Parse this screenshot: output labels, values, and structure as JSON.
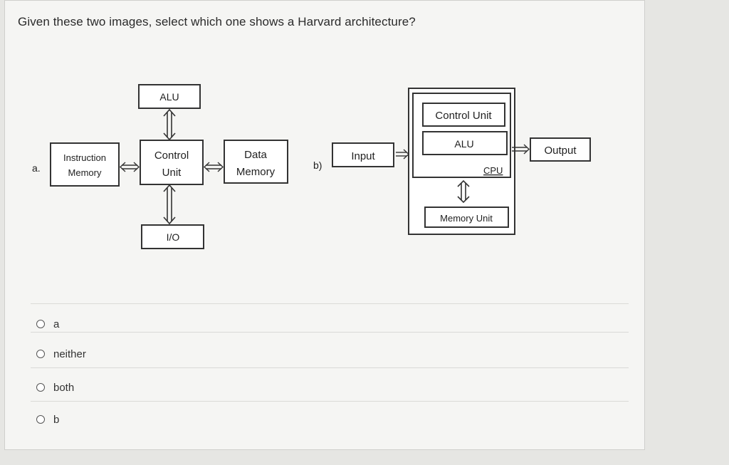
{
  "question": {
    "text": "Given these two images, select which one shows a Harvard architecture?"
  },
  "diagram_a": {
    "marker": "a.",
    "alu": "ALU",
    "instruction_memory_line1": "Instruction",
    "instruction_memory_line2": "Memory",
    "control_unit_line1": "Control",
    "control_unit_line2": "Unit",
    "data_memory_line1": "Data",
    "data_memory_line2": "Memory",
    "io": "I/O"
  },
  "diagram_b": {
    "marker": "b)",
    "input": "Input",
    "control_unit": "Control Unit",
    "alu": "ALU",
    "cpu": "CPU",
    "memory_unit": "Memory Unit",
    "output": "Output"
  },
  "options": [
    {
      "label": "a"
    },
    {
      "label": "neither"
    },
    {
      "label": "both"
    },
    {
      "label": "b"
    }
  ]
}
